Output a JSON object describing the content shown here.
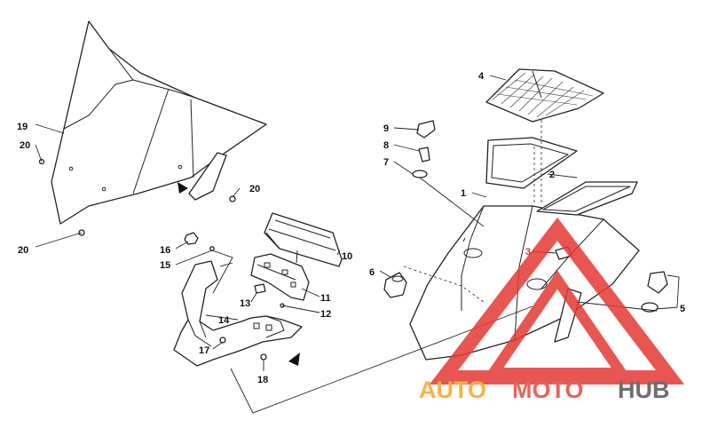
{
  "diagram": {
    "callouts": [
      {
        "id": "c1",
        "text": "1"
      },
      {
        "id": "c2",
        "text": "2"
      },
      {
        "id": "c3",
        "text": "3"
      },
      {
        "id": "c4",
        "text": "4"
      },
      {
        "id": "c5",
        "text": "5"
      },
      {
        "id": "c6",
        "text": "6"
      },
      {
        "id": "c7",
        "text": "7"
      },
      {
        "id": "c8",
        "text": "8"
      },
      {
        "id": "c9",
        "text": "9"
      },
      {
        "id": "c10",
        "text": "10"
      },
      {
        "id": "c11",
        "text": "11"
      },
      {
        "id": "c12",
        "text": "12"
      },
      {
        "id": "c13",
        "text": "13"
      },
      {
        "id": "c14",
        "text": "14"
      },
      {
        "id": "c15",
        "text": "15"
      },
      {
        "id": "c16",
        "text": "16"
      },
      {
        "id": "c17",
        "text": "17"
      },
      {
        "id": "c18",
        "text": "18"
      },
      {
        "id": "c19",
        "text": "19"
      },
      {
        "id": "c20a",
        "text": "20"
      },
      {
        "id": "c20b",
        "text": "20"
      },
      {
        "id": "c20c",
        "text": "20"
      }
    ]
  },
  "watermark": {
    "part1": "AUTO",
    "part2": "MOTO",
    "part3": "HUB",
    "colors": {
      "auto": "#f5a623",
      "moto": "#e04a3f",
      "hub": "#555555",
      "triangle": "#e53935"
    }
  }
}
